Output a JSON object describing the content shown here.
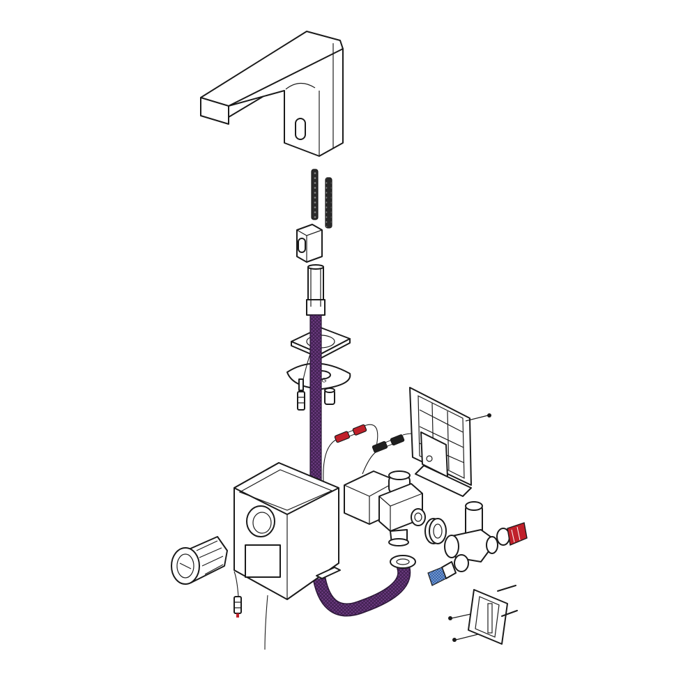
{
  "diagram": {
    "type": "exploded-view",
    "colors": {
      "line": "#1a1a1a",
      "background": "#ffffff",
      "hose": "#5a2d6e",
      "hot_connector": "#c0202a",
      "cold_connector": "#2f5fa8",
      "power_plug": "#c0202a"
    },
    "parts": [
      {
        "name": "spout",
        "icon": "faucet-spout"
      },
      {
        "name": "sensor-window",
        "icon": "oval-window"
      },
      {
        "name": "threaded-rod",
        "count": 2,
        "icon": "threaded-rod"
      },
      {
        "name": "nut-block",
        "icon": "square-nut"
      },
      {
        "name": "shank-tube",
        "icon": "tube"
      },
      {
        "name": "mounting-plate",
        "icon": "square-plate"
      },
      {
        "name": "horseshoe-washer",
        "icon": "washer"
      },
      {
        "name": "small-nut",
        "icon": "nut"
      },
      {
        "name": "sensor-plug",
        "icon": "plug"
      },
      {
        "name": "flex-hose",
        "icon": "braided-hose"
      },
      {
        "name": "red-connector",
        "icon": "red-plug"
      },
      {
        "name": "black-connector",
        "icon": "black-plug"
      },
      {
        "name": "control-box",
        "icon": "cube-box"
      },
      {
        "name": "battery-holder",
        "icon": "cylinder-cap"
      },
      {
        "name": "power-plug",
        "icon": "plug"
      },
      {
        "name": "solenoid-valve",
        "icon": "valve"
      },
      {
        "name": "mounting-bracket",
        "icon": "grid-bracket"
      },
      {
        "name": "screw",
        "count": 3,
        "icon": "screw"
      },
      {
        "name": "union-nut",
        "icon": "ring-nut"
      },
      {
        "name": "tee-mixer",
        "icon": "tee-fitting"
      },
      {
        "name": "hot-inlet",
        "icon": "red-fitting"
      },
      {
        "name": "cold-inlet",
        "icon": "blue-fitting"
      },
      {
        "name": "hose-nut",
        "icon": "nut"
      },
      {
        "name": "wall-plate",
        "icon": "rect-plate"
      }
    ]
  }
}
